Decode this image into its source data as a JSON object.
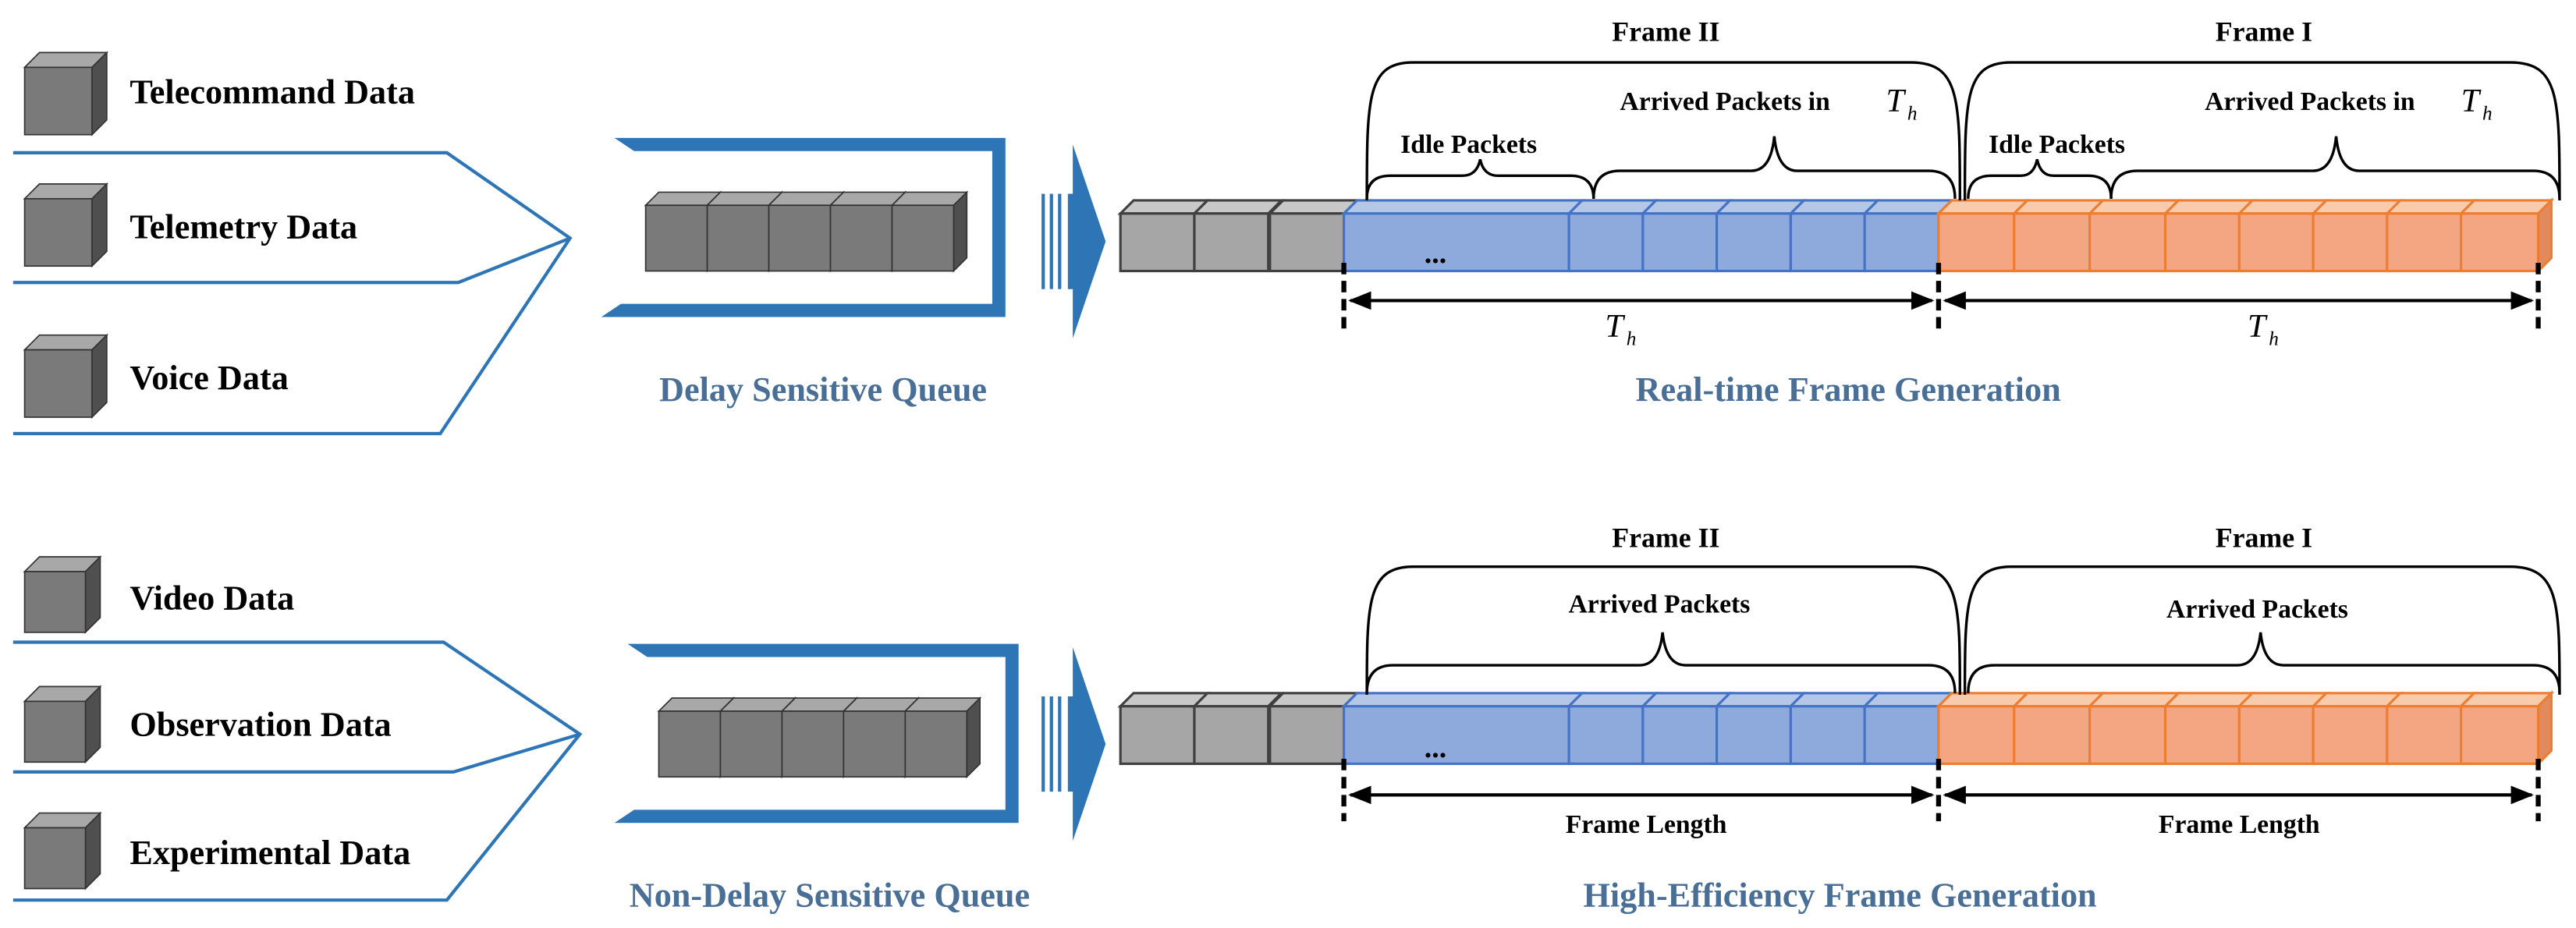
{
  "colors": {
    "cube_front": "#7a7a7a",
    "cube_top": "#a8a8a8",
    "cube_side": "#4f4f4f",
    "funnel": "#2e75b6",
    "caption": "#4a6f96",
    "gray_cell": "#a6a6a6",
    "blue_fill": "#8ea9db",
    "blue_stroke": "#4472c4",
    "orange_fill": "#f4a582",
    "orange_stroke": "#ed7d31"
  },
  "top": {
    "sources": [
      "Telecommand Data",
      "Telemetry Data",
      "Voice Data"
    ],
    "queue_caption": "Delay Sensitive Queue",
    "frame2_title": "Frame II",
    "frame1_title": "Frame I",
    "idle_label_2": "Idle Packets",
    "idle_label_1": "Idle Packets",
    "arrived_label_2": "Arrived Packets in",
    "arrived_label_1": "Arrived Packets in",
    "th_symbol": "T",
    "th_subscript": "h",
    "ellipsis": "...",
    "generation_caption": "Real-time Frame Generation"
  },
  "bottom": {
    "sources": [
      "Video Data",
      "Observation Data",
      "Experimental Data"
    ],
    "queue_caption": "Non-Delay Sensitive Queue",
    "frame2_title": "Frame II",
    "frame1_title": "Frame I",
    "arrived_label_2": "Arrived Packets",
    "arrived_label_1": "Arrived Packets",
    "length_label_2": "Frame Length",
    "length_label_1": "Frame Length",
    "ellipsis": "...",
    "generation_caption": "High-Efficiency Frame Generation"
  }
}
